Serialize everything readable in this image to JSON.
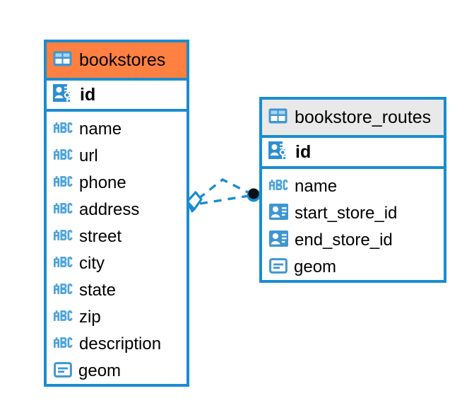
{
  "diagram": {
    "type": "entity-relationship-diagram",
    "background": "#ffffff",
    "accent_color": "#1a8cd0",
    "highlight_color": "#ff8040",
    "header_gray": "#e9e9e9"
  },
  "entities": [
    {
      "id": "bookstores",
      "name": "bookstores",
      "header_style": "orange",
      "header_icon": "table-icon",
      "primary_key": {
        "name": "id",
        "icon": "primary-key-icon"
      },
      "fields": [
        {
          "name": "name",
          "icon": "text-abc-icon"
        },
        {
          "name": "url",
          "icon": "text-abc-icon"
        },
        {
          "name": "phone",
          "icon": "text-abc-icon"
        },
        {
          "name": "address",
          "icon": "text-abc-icon"
        },
        {
          "name": "street",
          "icon": "text-abc-icon"
        },
        {
          "name": "city",
          "icon": "text-abc-icon"
        },
        {
          "name": "state",
          "icon": "text-abc-icon"
        },
        {
          "name": "zip",
          "icon": "text-abc-icon"
        },
        {
          "name": "description",
          "icon": "text-abc-icon"
        },
        {
          "name": "geom",
          "icon": "geometry-icon"
        }
      ]
    },
    {
      "id": "bookstore_routes",
      "name": "bookstore_routes",
      "header_style": "gray",
      "header_icon": "table-icon",
      "primary_key": {
        "name": "id",
        "icon": "primary-key-icon"
      },
      "fields": [
        {
          "name": "name",
          "icon": "text-abc-icon"
        },
        {
          "name": "start_store_id",
          "icon": "foreign-key-icon"
        },
        {
          "name": "end_store_id",
          "icon": "foreign-key-icon"
        },
        {
          "name": "geom",
          "icon": "geometry-icon"
        }
      ]
    }
  ],
  "relationships": [
    {
      "from": "bookstores",
      "to": "bookstore_routes",
      "from_endpoint": "diamond-endpoint-icon",
      "to_endpoint": "filled-circle-endpoint-icon",
      "line_style": "dashed",
      "color": "#1a8cd0",
      "count": 2
    }
  ]
}
